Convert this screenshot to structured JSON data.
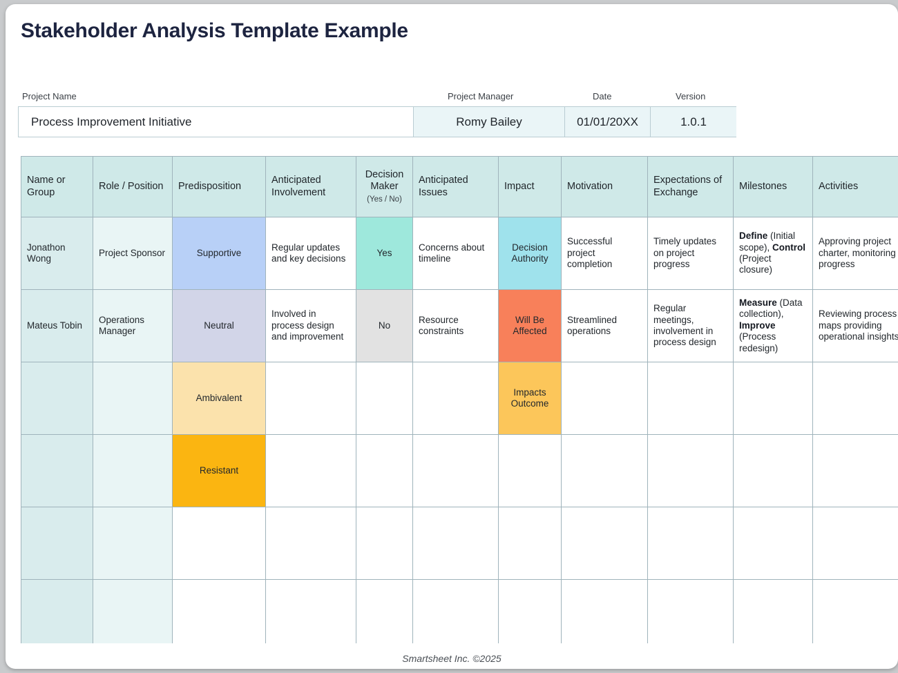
{
  "page": {
    "title": "Stakeholder Analysis Template Example",
    "footer": "Smartsheet Inc. ©2025",
    "title_color": "#1d2440"
  },
  "meta": {
    "labels": {
      "project_name": "Project Name",
      "project_manager": "Project Manager",
      "date": "Date",
      "version": "Version"
    },
    "values": {
      "project_name": "Process Improvement Initiative",
      "project_manager": "Romy Bailey",
      "date": "01/01/20XX",
      "version": "1.0.1"
    }
  },
  "table": {
    "columns": [
      "Name or Group",
      "Role / Position",
      "Predisposition",
      "Anticipated Involvement",
      "Decision Maker",
      "Anticipated Issues",
      "Impact",
      "Motivation",
      "Expectations of Exchange",
      "Milestones",
      "Activities"
    ],
    "decision_maker_sub": "(Yes / No)",
    "rows": [
      {
        "name": "Jonathon Wong",
        "role": "Project Sponsor",
        "predisposition": "Supportive",
        "involvement": "Regular updates and key decisions",
        "decision_maker": "Yes",
        "issues": "Concerns about timeline",
        "impact": "Decision Authority",
        "motivation": "Successful project completion",
        "expectations": "Timely updates on project progress",
        "milestones_parts": [
          {
            "text": "Define",
            "bold": true
          },
          {
            "text": " (Initial scope), ",
            "bold": false
          },
          {
            "text": "Control",
            "bold": true
          },
          {
            "text": " (Project closure)",
            "bold": false
          }
        ],
        "activities": "Approving project charter, monitoring progress"
      },
      {
        "name": "Mateus Tobin",
        "role": "Operations Manager",
        "predisposition": "Neutral",
        "involvement": "Involved in process design and improvement",
        "decision_maker": "No",
        "issues": "Resource constraints",
        "impact": "Will Be Affected",
        "motivation": "Streamlined operations",
        "expectations": "Regular meetings, involvement in process design",
        "milestones_parts": [
          {
            "text": "Measure",
            "bold": true
          },
          {
            "text": " (Data collection), ",
            "bold": false
          },
          {
            "text": "Improve",
            "bold": true
          },
          {
            "text": " (Process redesign)",
            "bold": false
          }
        ],
        "activities": "Reviewing process maps providing operational insights"
      },
      {
        "name": "",
        "role": "",
        "predisposition": "Ambivalent",
        "involvement": "",
        "decision_maker": "",
        "issues": "",
        "impact": "Impacts Outcome",
        "motivation": "",
        "expectations": "",
        "milestones_parts": [],
        "activities": ""
      },
      {
        "name": "",
        "role": "",
        "predisposition": "Resistant",
        "involvement": "",
        "decision_maker": "",
        "issues": "",
        "impact": "",
        "motivation": "",
        "expectations": "",
        "milestones_parts": [],
        "activities": ""
      },
      {
        "name": "",
        "role": "",
        "predisposition": "",
        "involvement": "",
        "decision_maker": "",
        "issues": "",
        "impact": "",
        "motivation": "",
        "expectations": "",
        "milestones_parts": [],
        "activities": ""
      },
      {
        "name": "",
        "role": "",
        "predisposition": "",
        "involvement": "",
        "decision_maker": "",
        "issues": "",
        "impact": "",
        "motivation": "",
        "expectations": "",
        "milestones_parts": [],
        "activities": ""
      }
    ],
    "legend_colors": {
      "supportive": "#b8d0f7",
      "neutral": "#d2d5e8",
      "ambivalent": "#fbe2ac",
      "resistant": "#fbb511",
      "yes": "#9ee8dc",
      "no": "#e2e2e2",
      "decision_authority": "#9fe2ec",
      "will_be_affected": "#f8805a",
      "impacts_outcome": "#fcc65a",
      "header": "#cfe9e8"
    }
  }
}
